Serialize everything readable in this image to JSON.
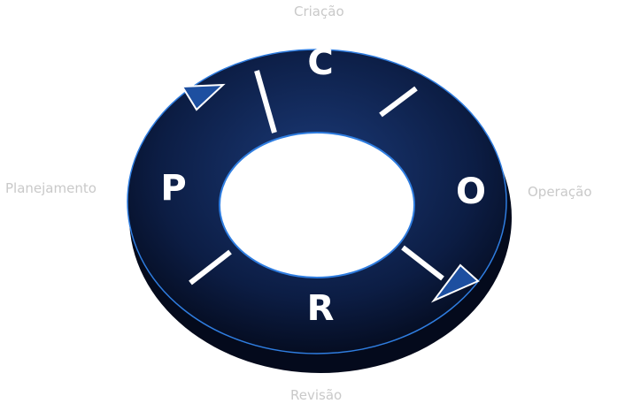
{
  "stages": [
    {
      "letter": "C",
      "label": "Criação"
    },
    {
      "letter": "O",
      "label": "Operação"
    },
    {
      "letter": "R",
      "label": "Revisão"
    },
    {
      "letter": "P",
      "label": "Planejamento"
    }
  ],
  "colors": {
    "ring": "#0c1d44",
    "highlight": "#2f7de0",
    "label": "#c9c9c9"
  }
}
